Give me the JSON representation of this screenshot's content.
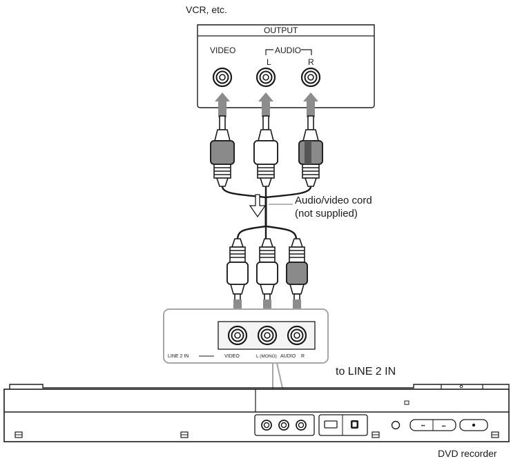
{
  "source_device": {
    "caption": "VCR, etc.",
    "panel_title": "OUTPUT",
    "video_label": "VIDEO",
    "audio_label": "AUDIO",
    "left_label": "L",
    "right_label": "R"
  },
  "cord": {
    "label_line1": "Audio/video cord",
    "label_line2": "(not supplied)"
  },
  "recorder_panel": {
    "line_label": "LINE 2 IN",
    "video_label": "VIDEO",
    "left_label": "L (MONO)",
    "audio_label": "AUDIO",
    "right_label": "R",
    "callout": "to LINE 2 IN"
  },
  "recorder": {
    "caption": "DVD recorder"
  },
  "colors": {
    "line": "#1a1a1a",
    "arrow": "#8c8c8c",
    "callout_line": "#a6a6a6",
    "plug_white": "#ffffff",
    "plug_gray": "#8a8a8a",
    "panel_fill": "#f4f4f4"
  }
}
